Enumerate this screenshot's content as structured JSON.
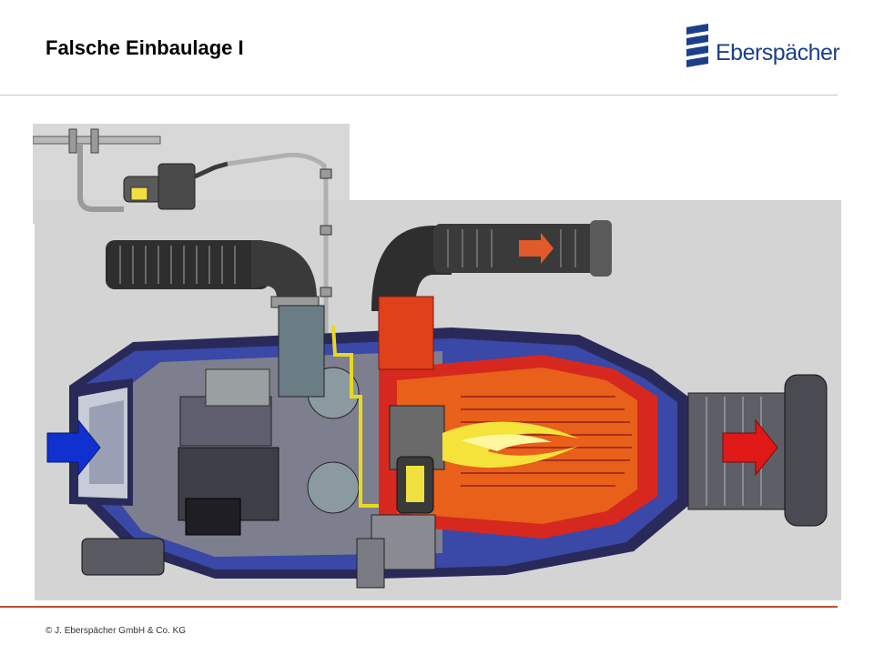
{
  "slide": {
    "title": "Falsche Einbaulage I",
    "logo_text": "Eberspächer",
    "footer": "© J. Eberspächer GmbH & Co. KG"
  },
  "illustration": {
    "subject": "heater-cutaway-diagram",
    "colors": {
      "background_panel": "#d8d8d8",
      "housing": "#7a7a86",
      "housing_outline": "#2a2a5a",
      "intake_blue": "#2f3fa0",
      "combustion_red": "#d6281e",
      "heat_orange": "#e8601a",
      "flame_yellow": "#f5e23a",
      "hose_dark": "#3a3a3a",
      "arrow_inlet": "#1030d0",
      "arrow_outlet": "#e01818",
      "fuel_line": "#e8d820",
      "logo_blue": "#1d3f8a"
    }
  }
}
